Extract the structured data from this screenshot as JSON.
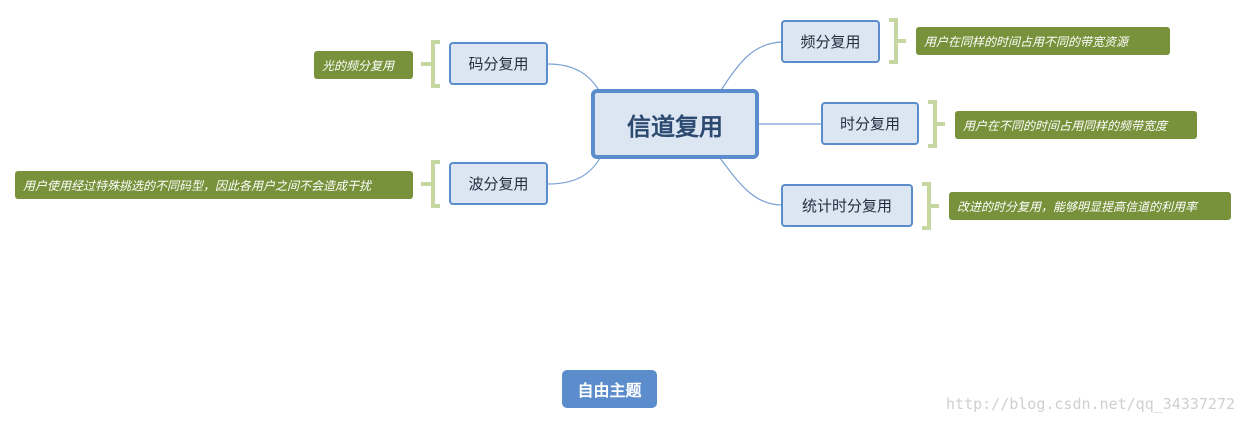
{
  "central": {
    "label": "信道复用"
  },
  "branches": {
    "freq": {
      "label": "频分复用",
      "note": "用户在同样的时间占用不同的带宽资源"
    },
    "time": {
      "label": "时分复用",
      "note": "用户在不同的时间占用同样的频带宽度"
    },
    "stat": {
      "label": "统计时分复用",
      "note": "改进的时分复用，能够明显提高信道的利用率"
    },
    "code": {
      "label": "码分复用",
      "note": "光的频分复用"
    },
    "wave": {
      "label": "波分复用",
      "note": "用户使用经过特殊挑选的不同码型，因此各用户之间不会造成干扰"
    }
  },
  "free_topic": {
    "label": "自由主题"
  },
  "watermark": "http://blog.csdn.net/qq_34337272",
  "colors": {
    "node_fill": "#dce6f3",
    "node_border": "#5b8ccb",
    "note_fill": "#77923a",
    "bracket": "#c6d7a2",
    "connector": "#7ba2d4"
  }
}
